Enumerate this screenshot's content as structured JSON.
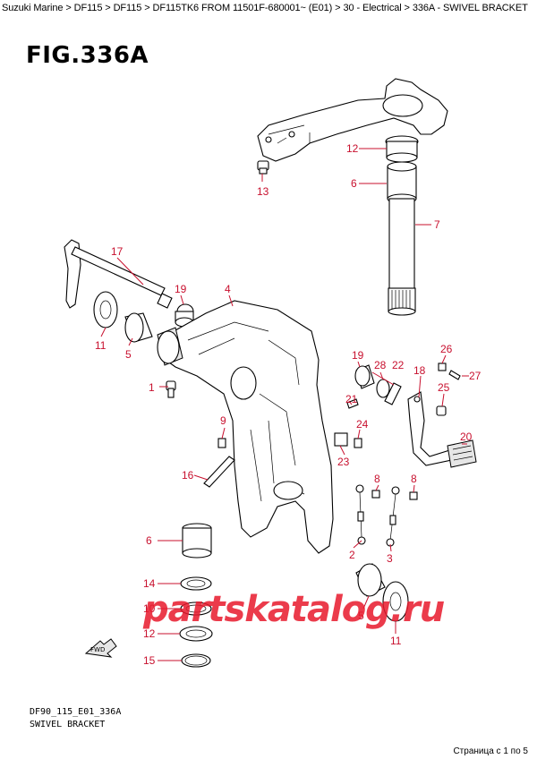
{
  "breadcrumb": "Suzuki Marine > DF115 > DF115 > DF115TK6 FROM 11501F-680001~ (E01) > 30 - Electrical > 336A - SWIVEL BRACKET",
  "figure_title": "FIG.336A",
  "footer_code": "DF90_115_E01_336A",
  "footer_name": "SWIVEL BRACKET",
  "page_info": "Страница с 1 по 5",
  "watermark": "partskatalog.ru",
  "fwd_label": "FWD",
  "callouts": [
    "12",
    "6",
    "13",
    "7",
    "17",
    "19",
    "4",
    "11",
    "5",
    "1",
    "19",
    "28",
    "22",
    "26",
    "18",
    "27",
    "25",
    "21",
    "24",
    "23",
    "20",
    "9",
    "16",
    "8",
    "8",
    "6",
    "2",
    "3",
    "14",
    "10",
    "12",
    "15",
    "5",
    "11"
  ],
  "colors": {
    "callout": "#c8102e",
    "watermark": "#e8192c"
  }
}
